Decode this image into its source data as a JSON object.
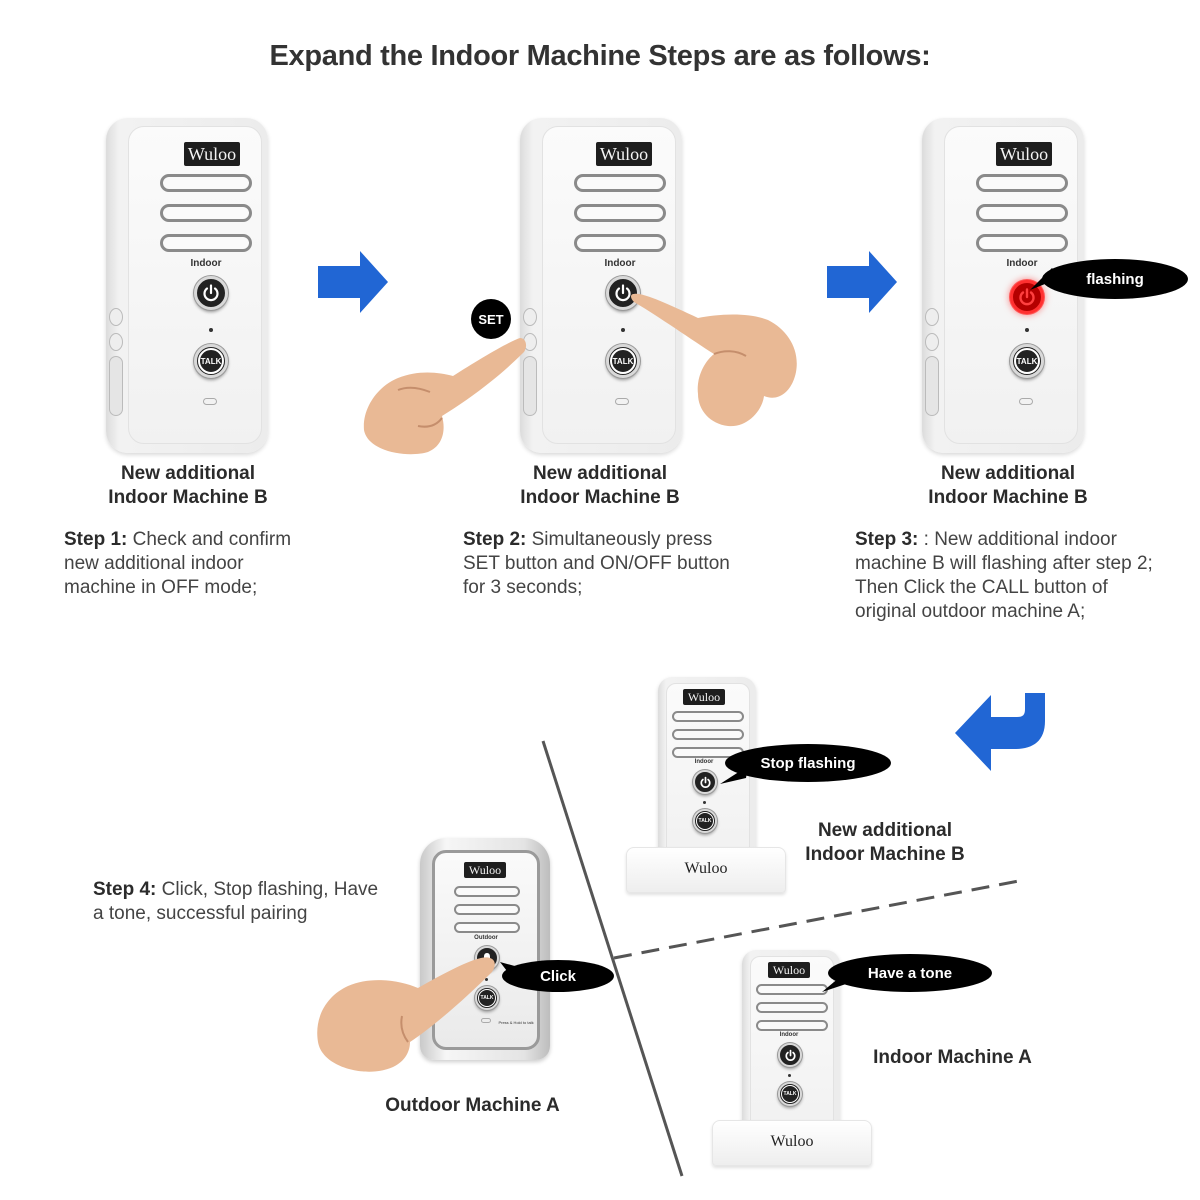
{
  "title": "Expand the Indoor Machine Steps are as follows:",
  "colors": {
    "arrow_blue": "#2166d4",
    "flash_red": "#d40000",
    "bubble_black": "#000000",
    "text_dark": "#2b2b2b"
  },
  "device_texts": {
    "brand": "Wuloo",
    "indoor": "Indoor",
    "outdoor": "Outdoor",
    "talk": "TALK",
    "press_hold": "Press & Hold to talk"
  },
  "icons": {
    "power": "power-icon",
    "bell": "bell-icon",
    "arrow_right": "arrow-right-icon",
    "arrow_return": "arrow-return-icon",
    "hand": "pointing-hand-icon"
  },
  "steps": [
    {
      "device_label_line1": "New additional",
      "device_label_line2": "Indoor Machine B",
      "step_label": "Step 1:",
      "step_text": " Check and confirm new additional indoor machine in OFF mode;"
    },
    {
      "device_label_line1": "New additional",
      "device_label_line2": "Indoor Machine B",
      "step_label": "Step 2:",
      "step_text": " Simultaneously press SET button and ON/OFF button for 3 seconds;",
      "badge": "SET"
    },
    {
      "device_label_line1": "New additional",
      "device_label_line2": "Indoor Machine B",
      "step_label": "Step 3:",
      "step_text": " : New additional indoor machine B will flashing after step 2; Then Click the CALL button of original outdoor machine A;",
      "bubble": "flashing"
    }
  ],
  "step4": {
    "step_label": "Step 4:",
    "step_text": " Click, Stop flashing, Have a tone, successful pairing",
    "outdoor_label": "Outdoor Machine A",
    "outdoor_bubble": "Click",
    "indoor_b_label_line1": "New additional",
    "indoor_b_label_line2": "Indoor Machine B",
    "indoor_b_bubble": "Stop flashing",
    "indoor_a_label": "Indoor Machine A",
    "indoor_a_bubble": "Have a tone"
  }
}
